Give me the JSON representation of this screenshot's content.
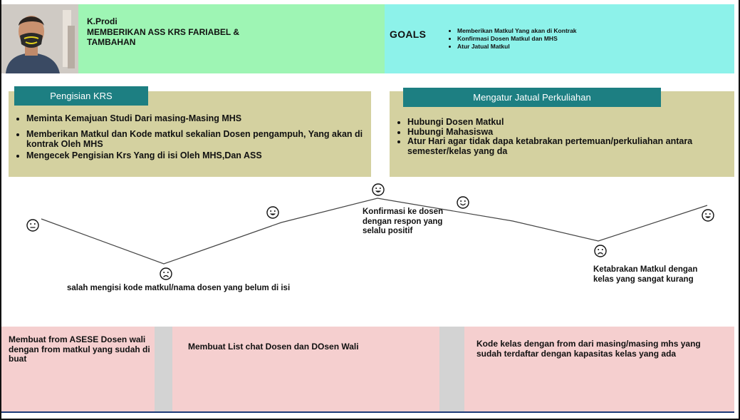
{
  "persona": {
    "role": "K.Prodi",
    "description": "MEMBERIKAN ASS KRS FARIABEL & TAMBAHAN"
  },
  "goals": {
    "title": "GOALS",
    "items": [
      "Memberikan Matkul Yang akan di Kontrak",
      "Konfirmasi Dosen Matkul dan MHS",
      "Atur Jatual Matkul"
    ]
  },
  "stages": [
    {
      "title": "Pengisian KRS",
      "items": [
        "Meminta Kemajuan Studi Dari masing-Masing MHS",
        "Memberikan Matkul dan Kode matkul sekalian Dosen pengampuh, Yang akan di kontrak Oleh MHS",
        "Mengecek Pengisian Krs Yang di isi Oleh MHS,Dan ASS"
      ]
    },
    {
      "title": "Mengatur Jatual Perkuliahan",
      "items": [
        "Hubungi Dosen Matkul",
        "Hubungi Mahasiswa",
        "Atur Hari agar tidak dapa ketabrakan pertemuan/perkuliahan antara semester/kelas yang da"
      ]
    }
  ],
  "journey": {
    "emotions": [
      "neutral",
      "sad",
      "happy",
      "happy",
      "happy",
      "sad",
      "happy"
    ],
    "annotations": [
      "salah mengisi kode matkul/nama dosen yang belum di isi",
      "Konfirmasi ke dosen dengan respon yang selalu positif",
      "Ketabrakan Matkul dengan kelas yang sangat kurang"
    ]
  },
  "opportunities": [
    "Membuat from  ASESE Dosen wali dengan from matkul yang sudah di buat",
    "Membuat List chat Dosen dan DOsen Wali",
    "Kode kelas dengan from dari masing/masing mhs yang sudah terdaftar dengan kapasitas kelas yang ada"
  ],
  "colors": {
    "persona_bg": "#9ef5b4",
    "goals_bg": "#8df2ea",
    "stage_panel_bg": "#d4d1a0",
    "stage_tab_bg": "#1d7f82",
    "opportunity_bg": "#f5cfcf",
    "divider_bg": "#d3d3d3"
  },
  "icons": {
    "video": "webcam-video-thumbnail"
  }
}
